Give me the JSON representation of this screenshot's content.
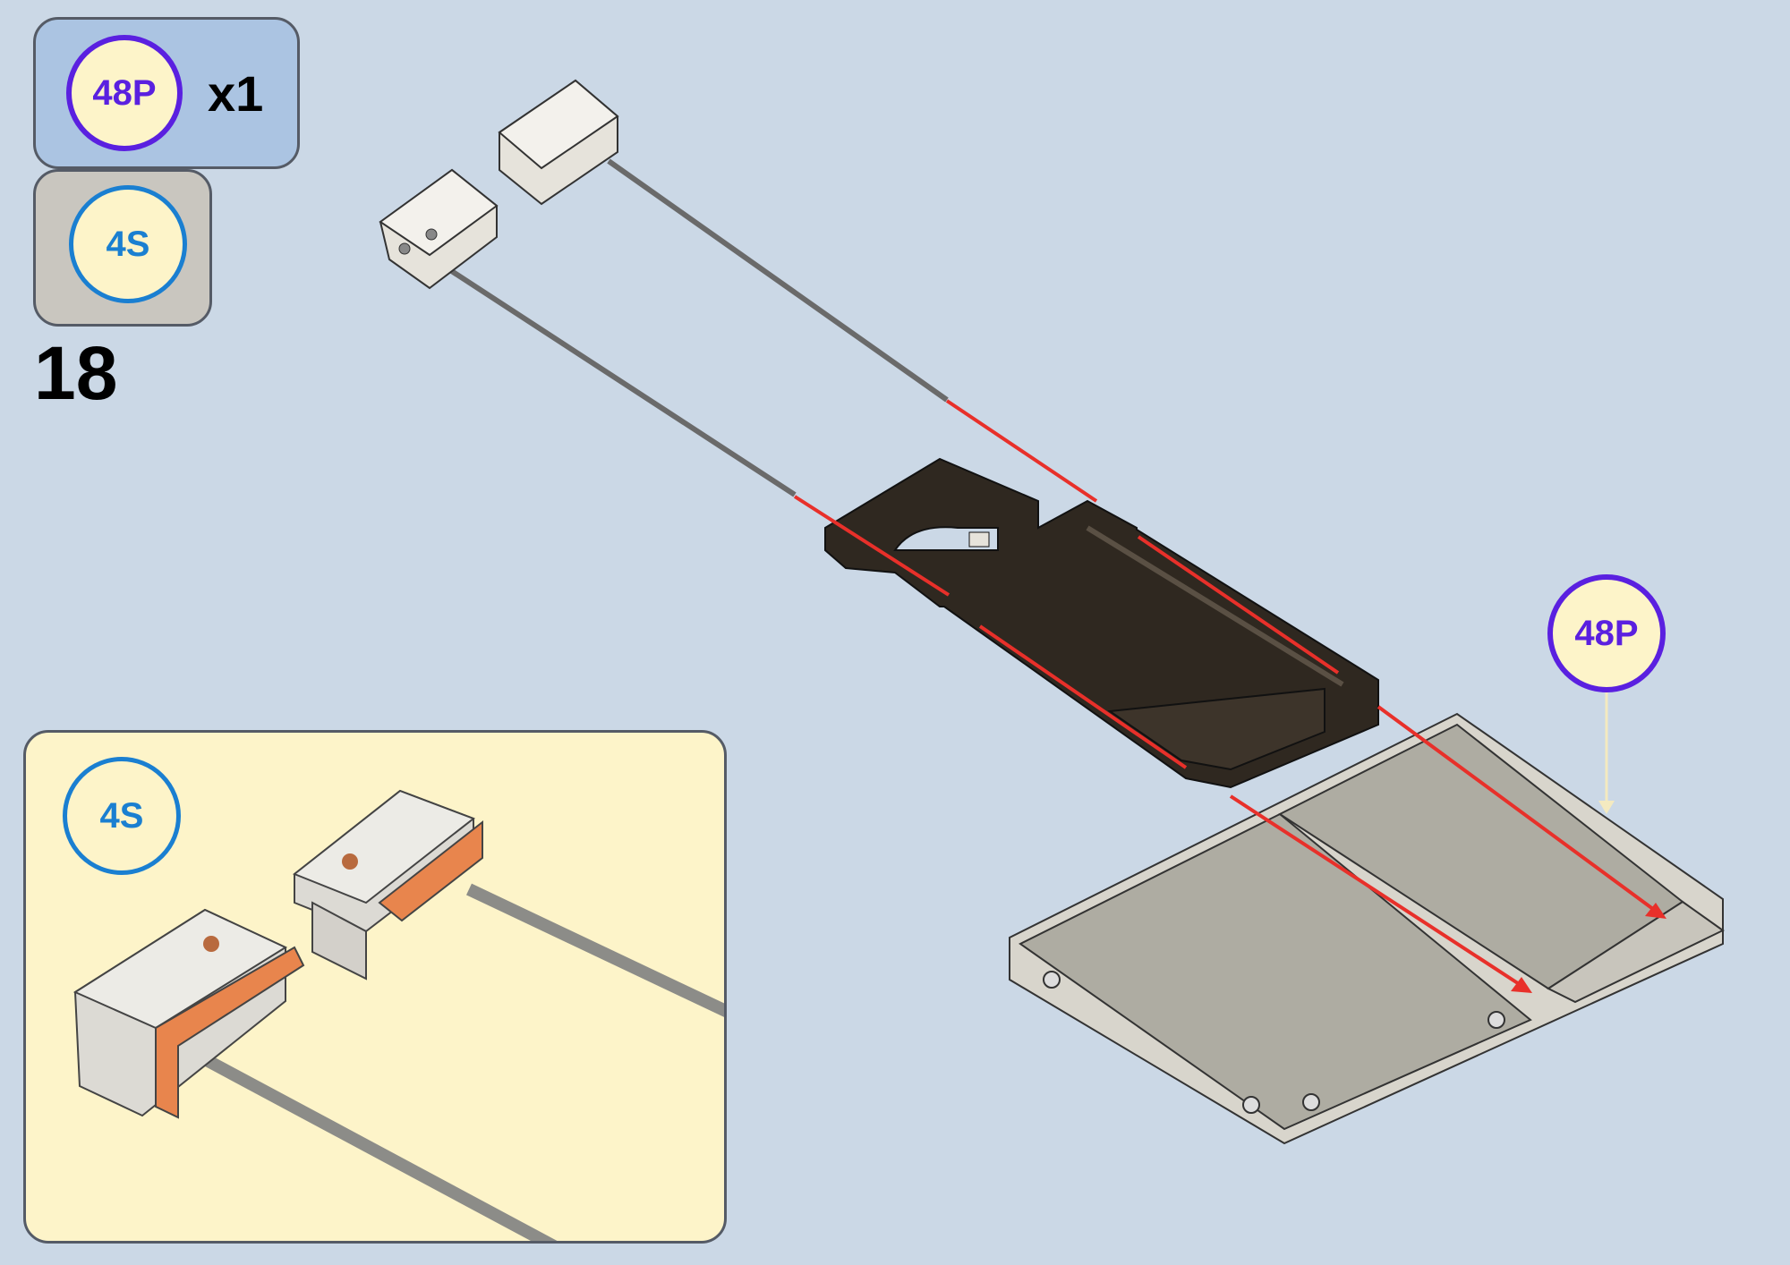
{
  "parts_box": {
    "part_code": "48P",
    "quantity": "x1"
  },
  "screw_box": {
    "screw_code": "4S"
  },
  "step_number": "18",
  "detail_box": {
    "screw_code": "4S"
  },
  "callout": {
    "part_code": "48P"
  },
  "colors": {
    "background": "#cbd8e6",
    "parts_panel": "#abc4e2",
    "screw_panel": "#c9c6bf",
    "detail_panel": "#fdf4c9",
    "part_accent": "#5a20e0",
    "screw_accent": "#1a7fd1",
    "assembly_arrow": "#e8302a",
    "highlight_part": "#e8854d"
  }
}
